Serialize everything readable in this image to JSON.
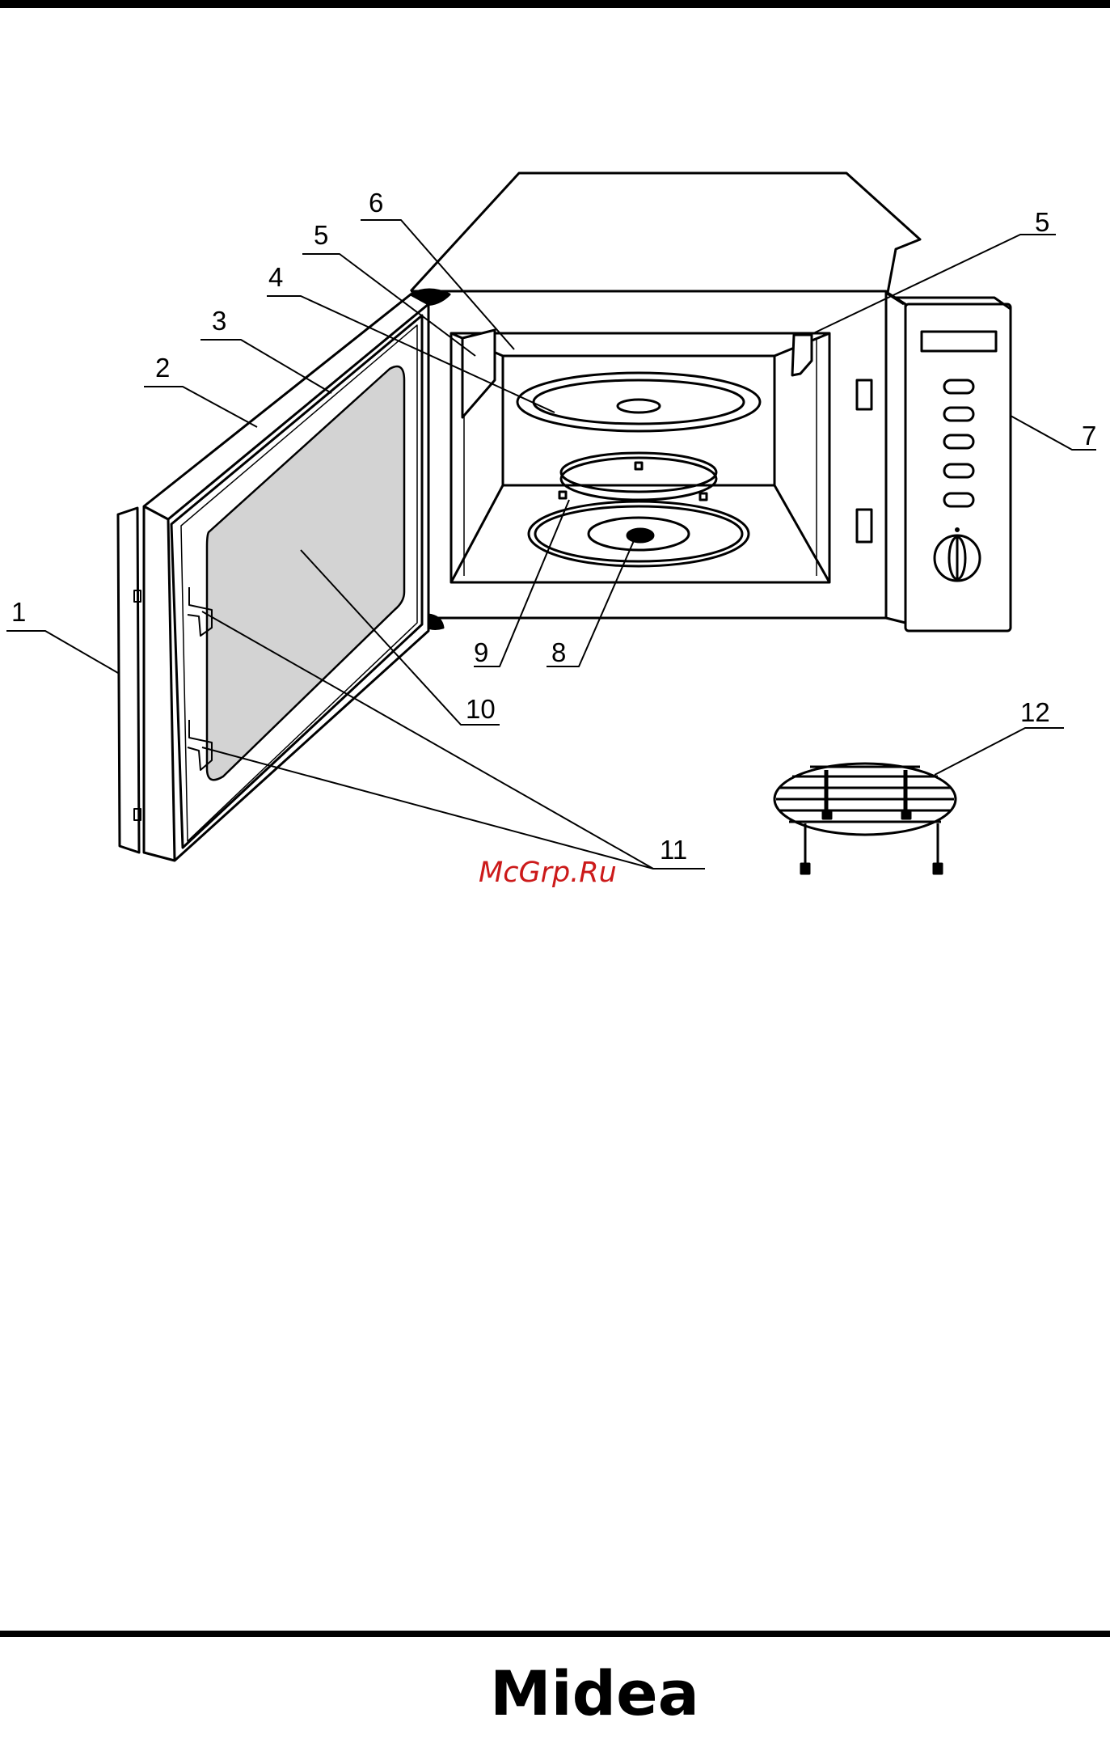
{
  "parts": {
    "p1": "1",
    "p2": "2",
    "p3": "3",
    "p4": "4",
    "p5_left": "5",
    "p5_right": "5",
    "p6": "6",
    "p7": "7",
    "p8": "8",
    "p9": "9",
    "p10": "10",
    "p11": "11",
    "p12": "12"
  },
  "watermark": "McGrp.Ru",
  "brand": {
    "name": "Midea",
    "color": "#000000"
  },
  "colors": {
    "line": "#000000",
    "glass": "#d3d3d3",
    "watermark": "#cc1a1a"
  }
}
